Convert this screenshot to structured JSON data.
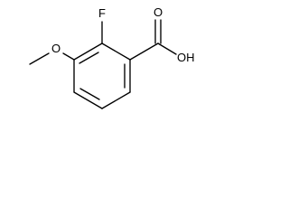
{
  "labels": {
    "fluorine": "F",
    "carbonyl_oxygen": "O",
    "hydroxyl": "OH",
    "methoxy_oxygen": "O"
  }
}
